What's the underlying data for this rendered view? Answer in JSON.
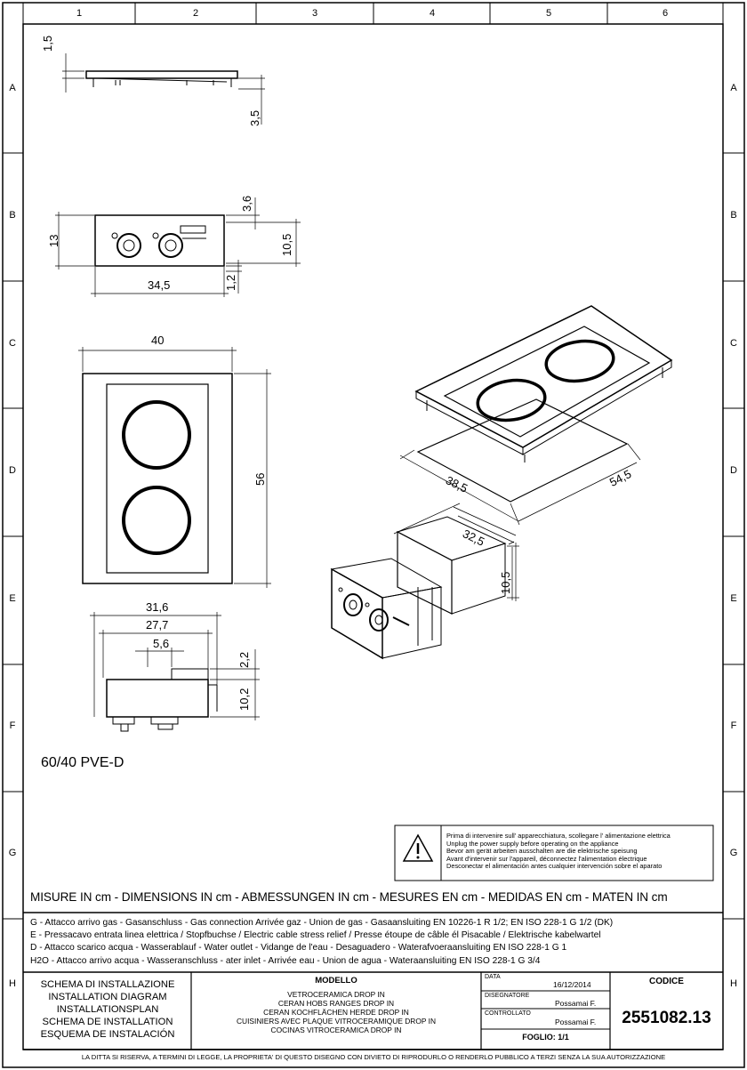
{
  "grid": {
    "columns": [
      "1",
      "2",
      "3",
      "4",
      "5",
      "6"
    ],
    "rows": [
      "A",
      "B",
      "C",
      "D",
      "E",
      "F",
      "G",
      "H"
    ]
  },
  "dimensions": {
    "side_top_small": "1,5",
    "side_height": "3,5",
    "front_top": "3,6",
    "front_height_outer": "13",
    "front_height_inner": "10,5",
    "front_width": "34,5",
    "front_bottom": "1,2",
    "top_width": "40",
    "top_depth": "56",
    "box_width": "31,6",
    "box_inner": "27,7",
    "box_small": "5,6",
    "box_top": "2,2",
    "box_height": "10,2",
    "iso_cut_depth": "38,5",
    "iso_cut_width": "54,5",
    "iso_box_width": "32,5",
    "iso_box_height": "10,5"
  },
  "model_label": "60/40 PVE-D",
  "warning": {
    "icon": "warning-triangle-icon",
    "lines": [
      "Prima di intervenire sull' apparecchiatura, scollegare l' alimentazione elettrica",
      "Unplug the power supply before operating on the appliance",
      "Bevor am gerät arbeiten ausschalten are die elektrische speisung",
      "Avant d'intervenir sur l'appareil, déconnectez l'alimentation électrique",
      "Desconectar el alimentación antes cualquier intervención sobre el aparato"
    ]
  },
  "units_line": "MISURE IN cm - DIMENSIONS IN cm - ABMESSUNGEN IN cm - MESURES EN cm - MEDIDAS EN cm - MATEN IN cm",
  "legend": [
    "G - Attacco arrivo gas - Gasanschluss - Gas connection Arrivée gaz - Union de gas - Gasaansluiting EN 10226-1 R 1/2; EN ISO 228-1 G 1/2 (DK)",
    "E - Pressacavo entrata linea elettrica / Stopfbuchse / Electric cable stress relief / Presse étoupe de câble él Pisacable / Elektrische kabelwartel",
    "D - Attacco scarico acqua - Wasserablauf - Water outlet - Vidange de l'eau - Desaguadero - Waterafvoeraansluiting  EN ISO 228-1 G 1",
    "H2O - Attacco arrivo acqua - Wasseranschluss - ater inlet - Arrivée eau - Union de agua - Wateraansluiting   EN ISO 228-1 G 3/4"
  ],
  "title_block": {
    "schema_lines": [
      "SCHEMA DI INSTALLAZIONE",
      "INSTALLATION DIAGRAM",
      "INSTALLATIONSPLAN",
      "SCHEMA DE INSTALLATION",
      "ESQUEMA DE INSTALACIÓN"
    ],
    "modello_label": "MODELLO",
    "modello_lines": [
      "VETROCERAMICA DROP IN",
      "CERAN HOBS RANGES DROP IN",
      "CERAN KOCHFLÄCHEN HERDE DROP IN",
      "CUISINIERS AVEC PLAQUE VITROCERAMIQUE DROP IN",
      "COCINAS VITROCERAMICA DROP IN"
    ],
    "data_label": "DATA",
    "data_value": "16/12/2014",
    "designer_label": "DISEGNATORE",
    "designer_value": "Possamai F.",
    "checker_label": "CONTROLLATO",
    "checker_value": "Possamai F.",
    "foglio": "FOGLIO: 1/1",
    "codice_label": "CODICE",
    "codice_value": "2551082.13"
  },
  "footer": "LA DITTA SI RISERVA, A TERMINI DI LEGGE, LA PROPRIETA' DI QUESTO DISEGNO CON DIVIETO DI RIPRODURLO O RENDERLO PUBBLICO A TERZI SENZA LA SUA AUTORIZZAZIONE"
}
